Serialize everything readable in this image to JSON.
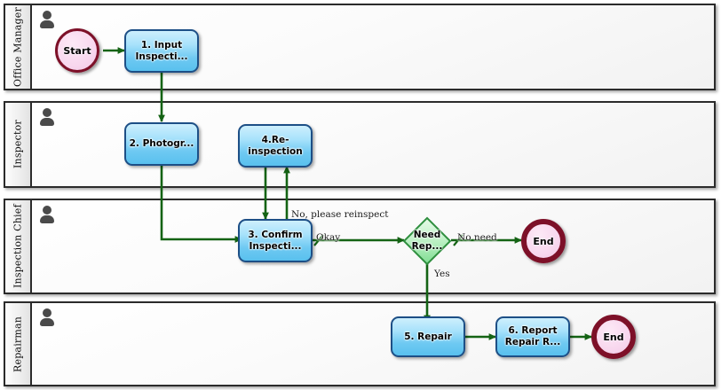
{
  "diagram": {
    "type": "bpmn-swimlane",
    "colors": {
      "flow": "#146314",
      "task_border": "#1d4f86",
      "task_fill": "#8fd9f7",
      "event_border": "#7d1028",
      "event_fill": "#f8d7ee",
      "gateway_border": "#2f8f3f",
      "gateway_fill": "#b6f0bd",
      "lane_border": "#2b2b2b"
    },
    "lanes": [
      {
        "name": "Office Manager",
        "actor_icon": "person-icon"
      },
      {
        "name": "Inspector",
        "actor_icon": "person-icon"
      },
      {
        "name": "Inspection Chief",
        "actor_icon": "person-icon"
      },
      {
        "name": "Repairman",
        "actor_icon": "person-icon"
      }
    ],
    "nodes": [
      {
        "id": "start",
        "kind": "start-event",
        "label": "Start"
      },
      {
        "id": "task1",
        "kind": "task",
        "label": "1. Input Inspecti..."
      },
      {
        "id": "task2",
        "kind": "task",
        "label": "2. Photogr..."
      },
      {
        "id": "task4",
        "kind": "task",
        "label": "4.Re-inspection"
      },
      {
        "id": "task3",
        "kind": "task",
        "label": "3. Confirm Inspecti..."
      },
      {
        "id": "gateway",
        "kind": "gateway",
        "label": "Need Rep..."
      },
      {
        "id": "end1",
        "kind": "end-event",
        "label": "End"
      },
      {
        "id": "task5",
        "kind": "task",
        "label": "5. Repair"
      },
      {
        "id": "task6",
        "kind": "task",
        "label": "6. Report Repair R..."
      },
      {
        "id": "end2",
        "kind": "end-event",
        "label": "End"
      }
    ],
    "flow_labels": [
      {
        "id": "reinspect",
        "text": "No, please reinspect"
      },
      {
        "id": "okay",
        "text": "Okay"
      },
      {
        "id": "noneed",
        "text": "No need"
      },
      {
        "id": "yes",
        "text": "Yes"
      }
    ]
  }
}
